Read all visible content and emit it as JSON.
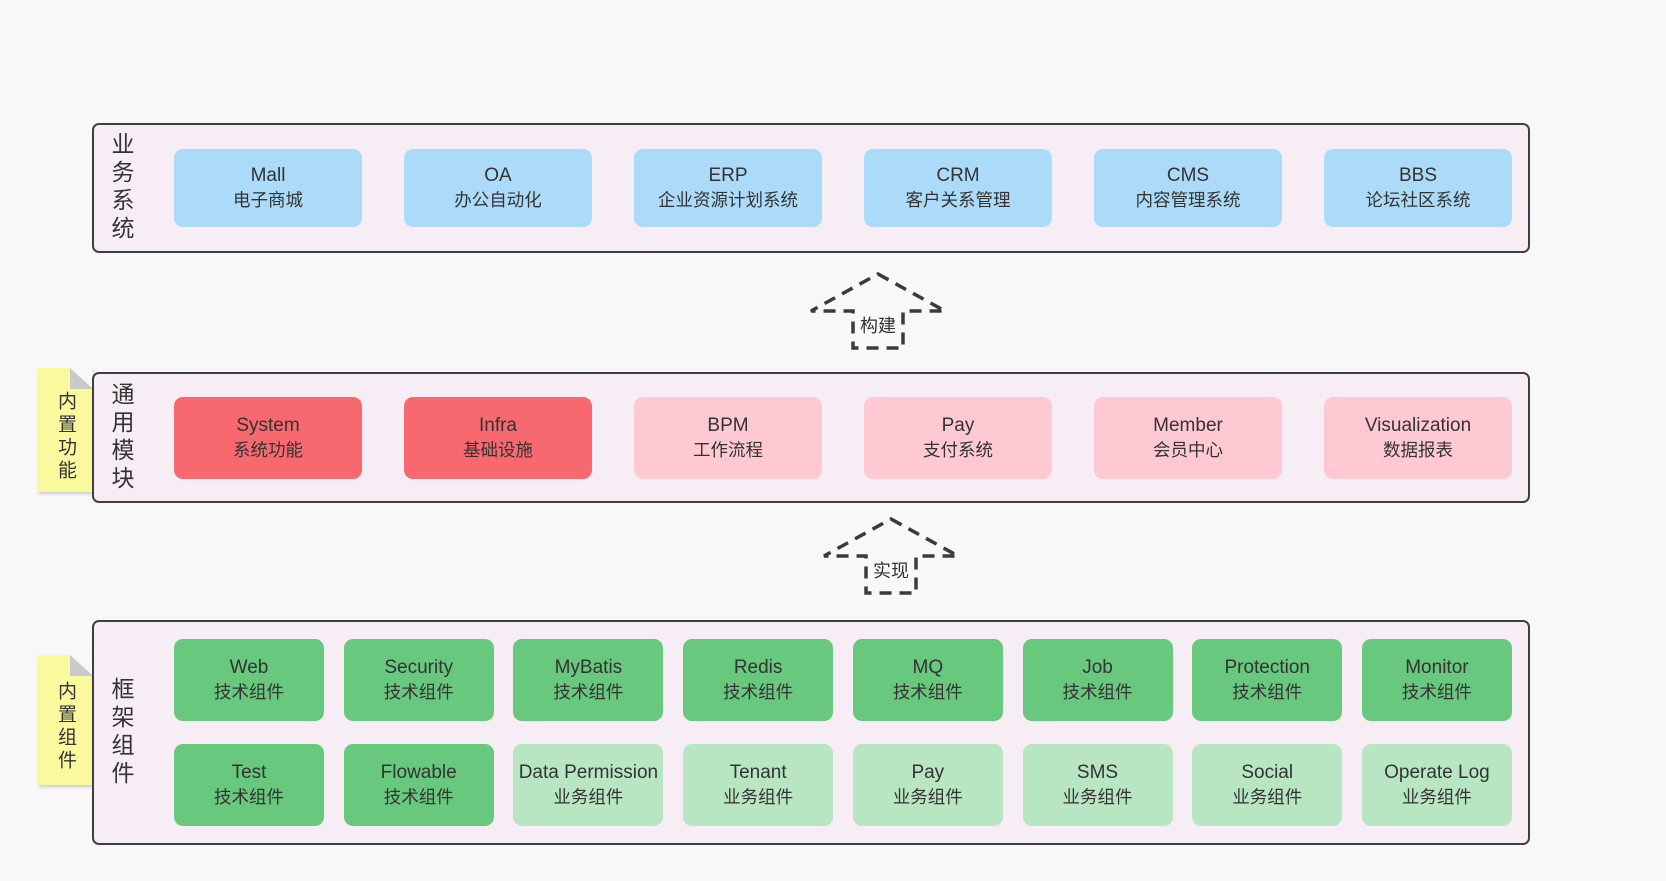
{
  "colors": {
    "page_bg": "#f8f8f8",
    "band_bg": "#f7edf5",
    "band_border": "#3f3f3f",
    "blue": "#abdbf8",
    "red": "#f7696f",
    "pink": "#ffc9d3",
    "green": "#68c87d",
    "green_light": "#b9e6c2",
    "sticky_yellow": "#fbf99e",
    "sticky_fold": "#c9c9c9",
    "arrow": "#3a3a3a",
    "text": "#333333"
  },
  "bands": {
    "business": {
      "label": "业务系统",
      "boxes": [
        {
          "name": "Mall",
          "desc": "电子商城"
        },
        {
          "name": "OA",
          "desc": "办公自动化"
        },
        {
          "name": "ERP",
          "desc": "企业资源计划系统"
        },
        {
          "name": "CRM",
          "desc": "客户关系管理"
        },
        {
          "name": "CMS",
          "desc": "内容管理系统"
        },
        {
          "name": "BBS",
          "desc": "论坛社区系统"
        }
      ]
    },
    "modules": {
      "label": "通用模块",
      "sticky": "内置功能",
      "boxes": [
        {
          "name": "System",
          "desc": "系统功能",
          "color": "red"
        },
        {
          "name": "Infra",
          "desc": "基础设施",
          "color": "red"
        },
        {
          "name": "BPM",
          "desc": "工作流程",
          "color": "pink"
        },
        {
          "name": "Pay",
          "desc": "支付系统",
          "color": "pink"
        },
        {
          "name": "Member",
          "desc": "会员中心",
          "color": "pink"
        },
        {
          "name": "Visualization",
          "desc": "数据报表",
          "color": "pink"
        }
      ]
    },
    "framework": {
      "label": "框架组件",
      "sticky": "内置组件",
      "row1": [
        {
          "name": "Web",
          "desc": "技术组件",
          "color": "green"
        },
        {
          "name": "Security",
          "desc": "技术组件",
          "color": "green"
        },
        {
          "name": "MyBatis",
          "desc": "技术组件",
          "color": "green"
        },
        {
          "name": "Redis",
          "desc": "技术组件",
          "color": "green"
        },
        {
          "name": "MQ",
          "desc": "技术组件",
          "color": "green"
        },
        {
          "name": "Job",
          "desc": "技术组件",
          "color": "green"
        },
        {
          "name": "Protection",
          "desc": "技术组件",
          "color": "green"
        },
        {
          "name": "Monitor",
          "desc": "技术组件",
          "color": "green"
        }
      ],
      "row2": [
        {
          "name": "Test",
          "desc": "技术组件",
          "color": "green"
        },
        {
          "name": "Flowable",
          "desc": "技术组件",
          "color": "green"
        },
        {
          "name": "Data Permission",
          "desc": "业务组件",
          "color": "green_light"
        },
        {
          "name": "Tenant",
          "desc": "业务组件",
          "color": "green_light"
        },
        {
          "name": "Pay",
          "desc": "业务组件",
          "color": "green_light"
        },
        {
          "name": "SMS",
          "desc": "业务组件",
          "color": "green_light"
        },
        {
          "name": "Social",
          "desc": "业务组件",
          "color": "green_light"
        },
        {
          "name": "Operate Log",
          "desc": "业务组件",
          "color": "green_light"
        }
      ]
    }
  },
  "arrows": {
    "build": "构建",
    "implement": "实现"
  }
}
